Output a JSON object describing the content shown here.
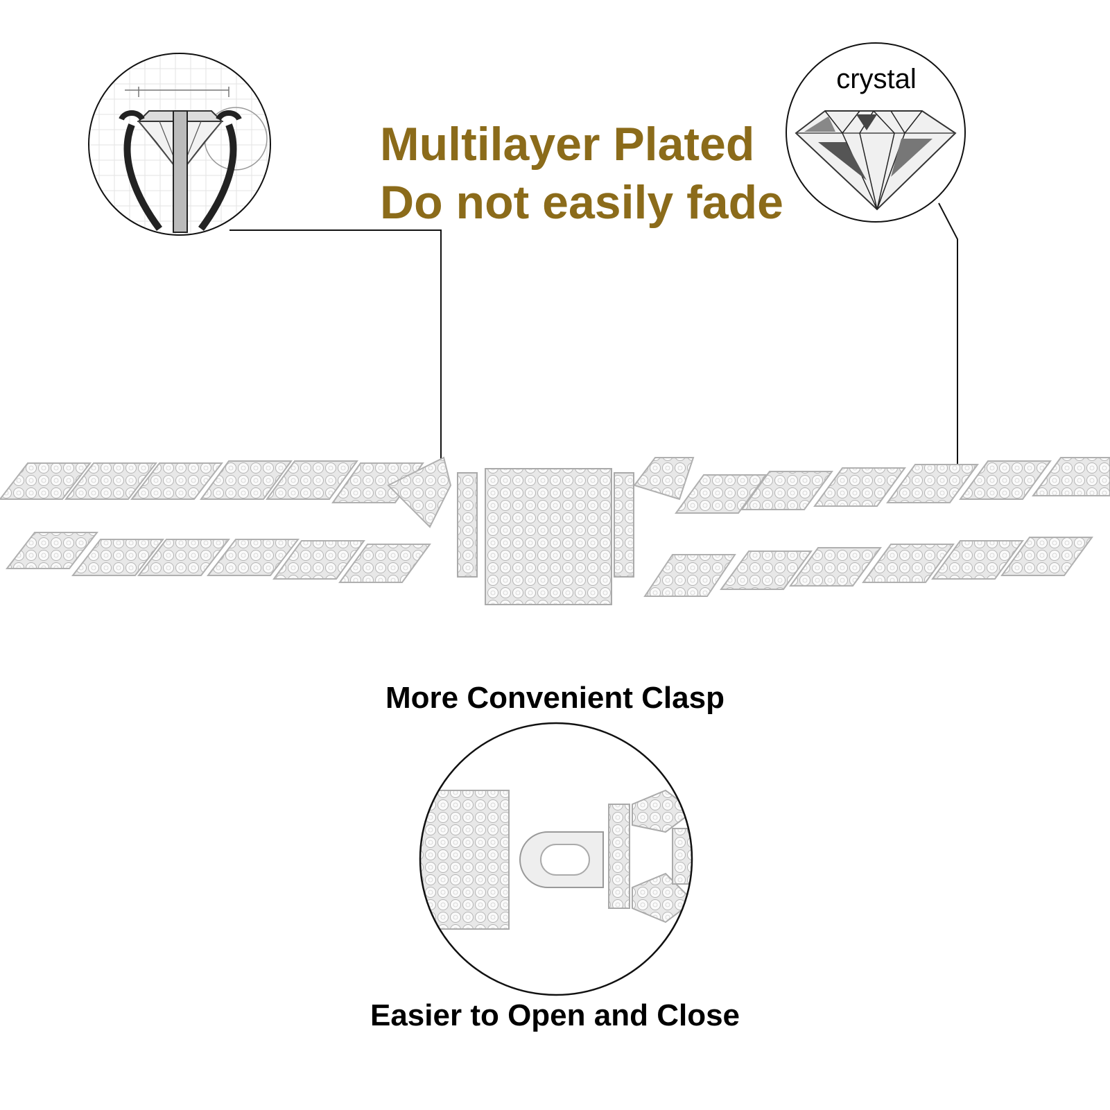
{
  "headline": {
    "line1": "Multilayer Plated",
    "line2": "Do not easily fade"
  },
  "crystal_callout": {
    "label": "crystal"
  },
  "clasp": {
    "title": "More Convenient Clasp",
    "caption": "Easier to Open and Close"
  },
  "colors": {
    "headline": "#8b6b1a",
    "text": "#000000",
    "metal": "#d9d9d9",
    "stone": "#f4f4f4"
  }
}
